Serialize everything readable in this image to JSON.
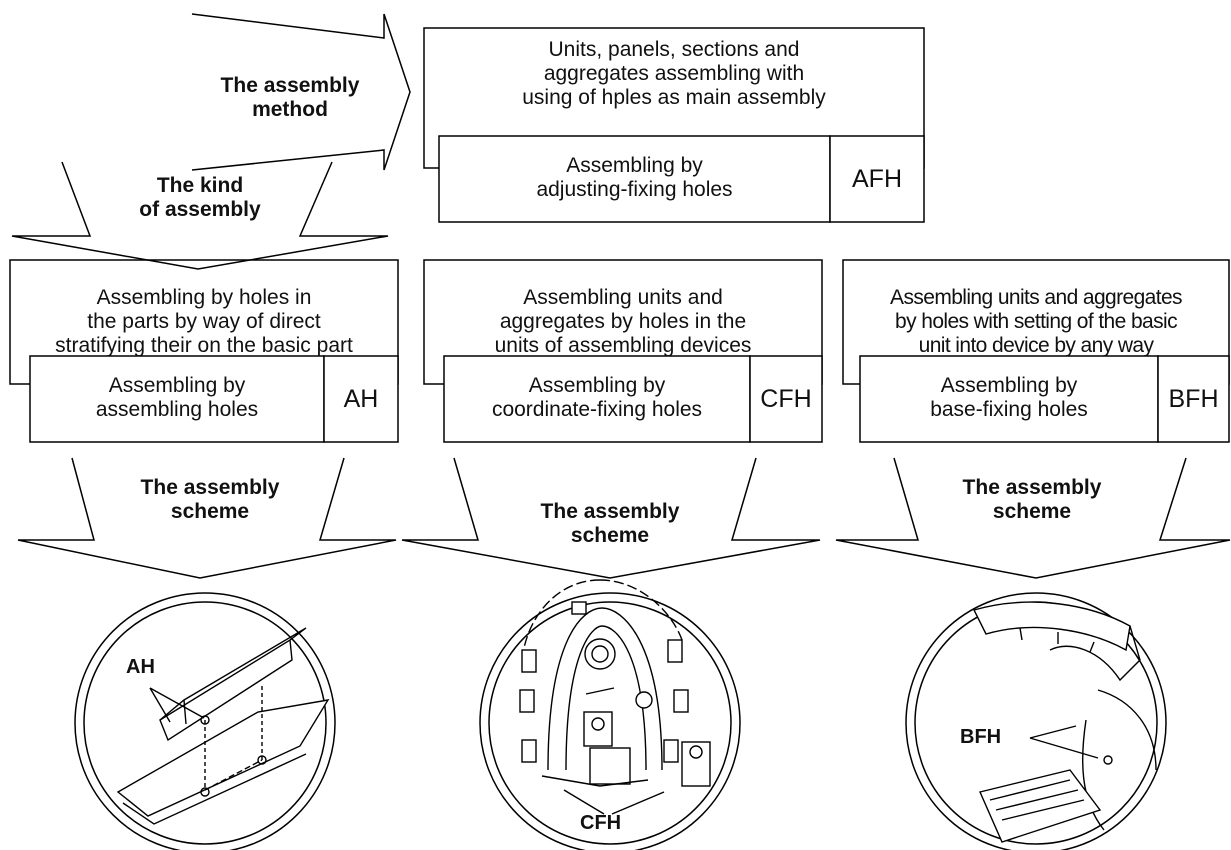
{
  "method": {
    "label": [
      "The assembly",
      "method"
    ],
    "description": [
      "Units, panels, sections and",
      "aggregates assembling with",
      "using of hples as main assembly"
    ],
    "assembling": [
      "Assembling by",
      "adjusting-fixing holes"
    ],
    "abbr": "AFH"
  },
  "kind": {
    "label": [
      "The kind",
      "of assembly"
    ]
  },
  "columns": [
    {
      "description": [
        "Assembling by holes in",
        "the parts by way of direct",
        "stratifying their on the basic part"
      ],
      "assembling": [
        "Assembling by",
        "assembling holes"
      ],
      "abbr": "AH",
      "scheme_label": [
        "The assembly",
        "scheme"
      ],
      "figure_label": "AH"
    },
    {
      "description": [
        "Assembling units and",
        "aggregates by holes in the",
        "units of assembling devices"
      ],
      "assembling": [
        "Assembling by",
        "coordinate-fixing holes"
      ],
      "abbr": "CFH",
      "scheme_label": [
        "The assembly",
        "scheme"
      ],
      "figure_label": "CFH"
    },
    {
      "description": [
        "Assembling units and aggregates",
        "by holes with setting of the basic",
        "unit into device by any way"
      ],
      "assembling": [
        "Assembling by",
        "base-fixing holes"
      ],
      "abbr": "BFH",
      "scheme_label": [
        "The assembly",
        "scheme"
      ],
      "figure_label": "BFH"
    }
  ]
}
